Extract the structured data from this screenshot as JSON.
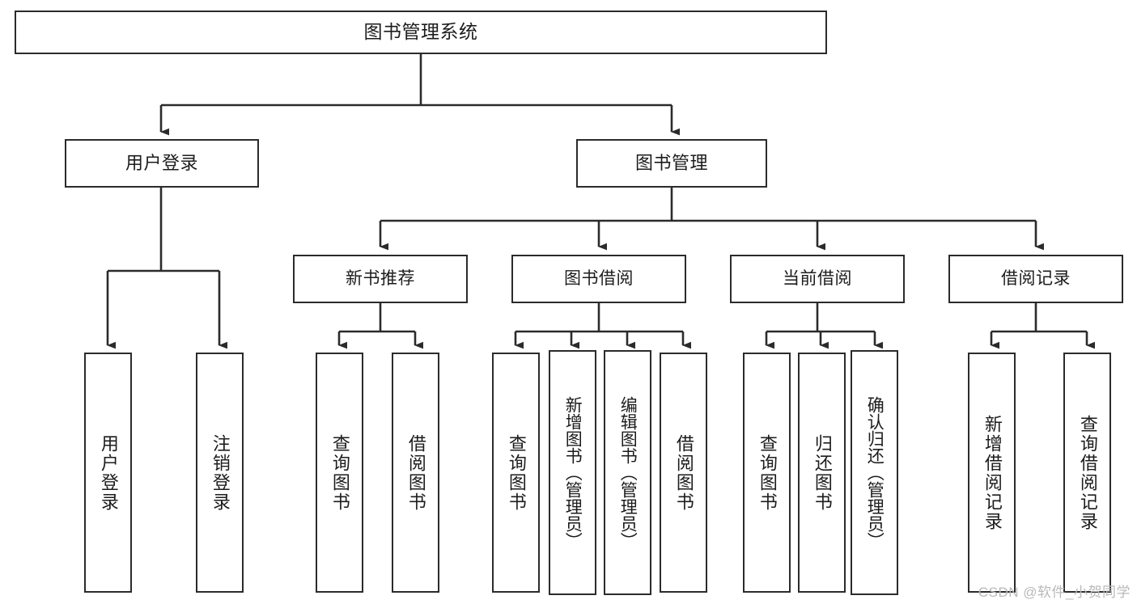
{
  "diagram": {
    "title": "图书管理系统",
    "type": "tree-hierarchy-chart",
    "stroke_color": "#2b2b2b",
    "fill_color": "#ffffff",
    "text_color": "#1c1c1c"
  },
  "root": {
    "label": "图书管理系统"
  },
  "level1": [
    {
      "label": "用户登录"
    },
    {
      "label": "图书管理"
    }
  ],
  "level2": [
    {
      "label": "新书推荐"
    },
    {
      "label": "图书借阅"
    },
    {
      "label": "当前借阅"
    },
    {
      "label": "借阅记录"
    }
  ],
  "leaves": {
    "user_login": [
      {
        "label": "用户登录"
      },
      {
        "label": "注销登录"
      }
    ],
    "new_book_recommend": [
      {
        "label": "查询图书"
      },
      {
        "label": "借阅图书"
      }
    ],
    "book_borrow": [
      {
        "label": "查询图书"
      },
      {
        "label": "新增图书（管理员）"
      },
      {
        "label": "编辑图书（管理员）"
      },
      {
        "label": "借阅图书"
      }
    ],
    "current_borrow": [
      {
        "label": "查询图书"
      },
      {
        "label": "归还图书"
      },
      {
        "label": "确认归还（管理员）"
      }
    ],
    "borrow_records": [
      {
        "label": "新增借阅记录"
      },
      {
        "label": "查询借阅记录"
      }
    ]
  },
  "watermark": {
    "text": "CSDN @软件_小贺同学"
  }
}
